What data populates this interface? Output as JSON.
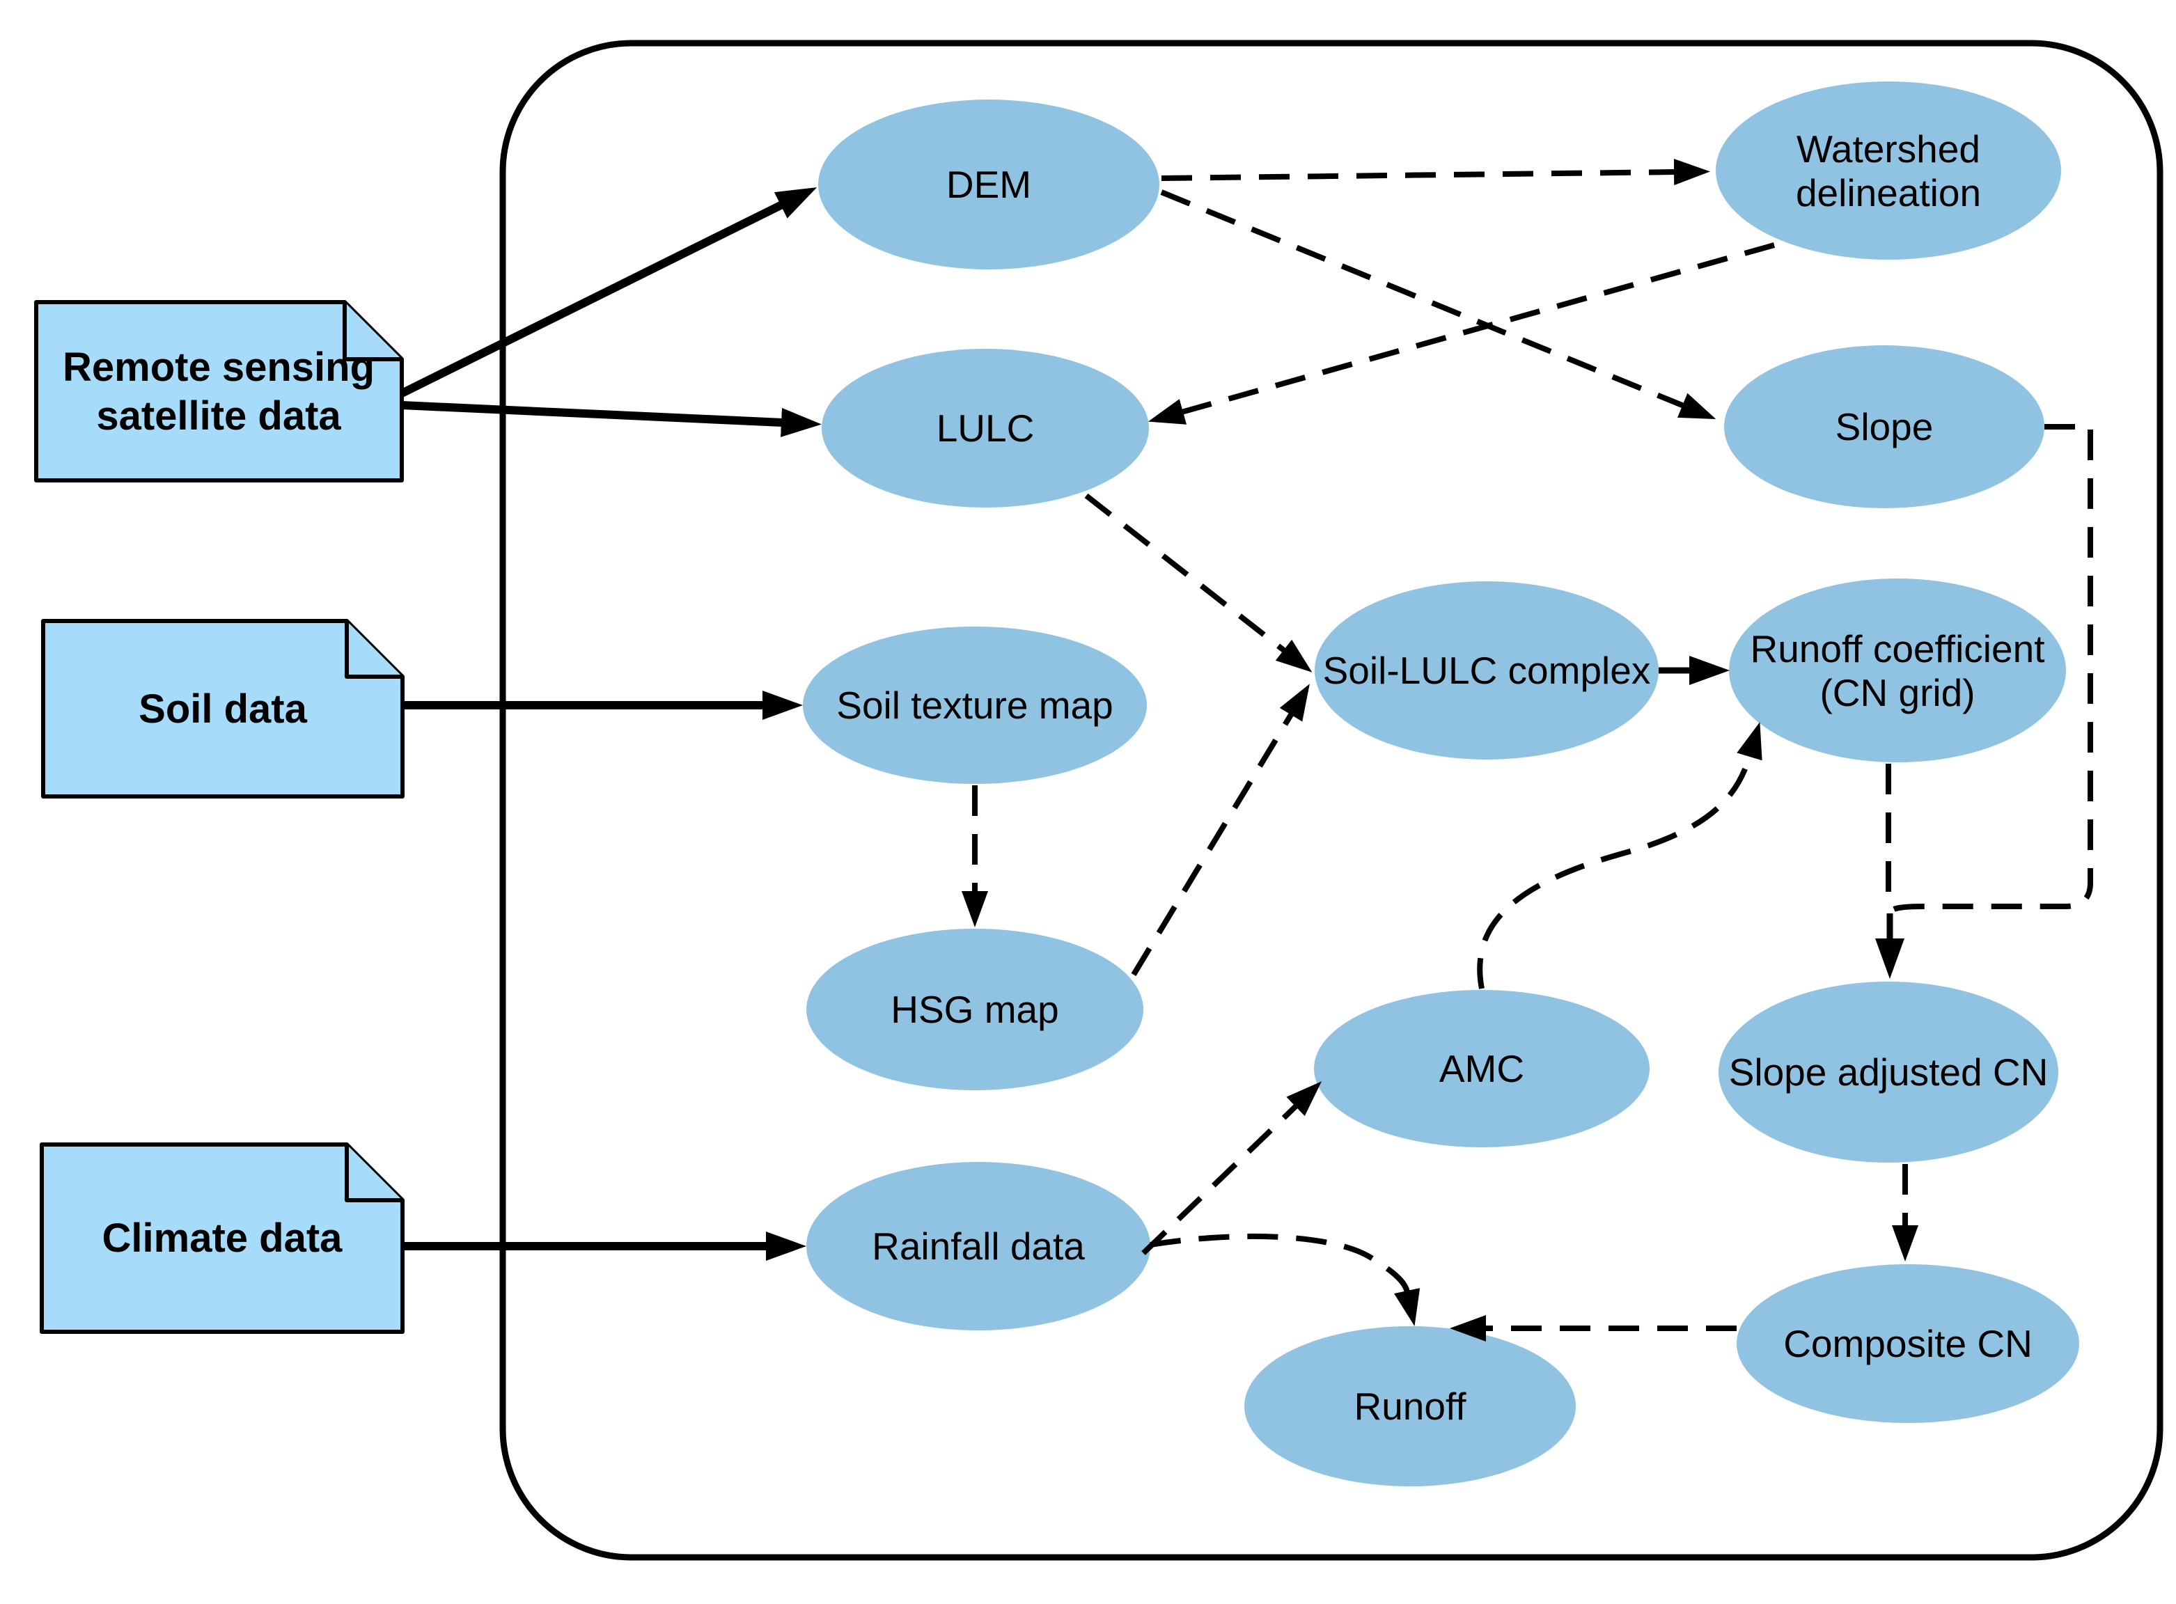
{
  "colors": {
    "node_fill": "#8fc3e1",
    "source_fill": "#a7dbfa",
    "outline": "#000000",
    "background": "#ffffff"
  },
  "sources": {
    "remote": {
      "line1": "Remote sensing",
      "line2": "satellite data"
    },
    "soil": {
      "label": "Soil data"
    },
    "climate": {
      "label": "Climate data"
    }
  },
  "nodes": {
    "dem": {
      "label": "DEM"
    },
    "watershed": {
      "line1": "Watershed",
      "line2": "delineation"
    },
    "lulc": {
      "label": "LULC"
    },
    "slope": {
      "label": "Slope"
    },
    "soil_texture": {
      "label": "Soil texture map"
    },
    "soil_lulc": {
      "label": "Soil-LULC complex"
    },
    "runoff_coeff": {
      "line1": "Runoff coefficient",
      "line2": "(CN grid)"
    },
    "hsg": {
      "label": "HSG map"
    },
    "amc": {
      "label": "AMC"
    },
    "slope_adj": {
      "label": "Slope adjusted CN"
    },
    "rainfall": {
      "label": "Rainfall data"
    },
    "composite": {
      "label": "Composite CN"
    },
    "runoff": {
      "label": "Runoff"
    }
  },
  "edges": [
    {
      "from": "Remote sensing satellite data",
      "to": "DEM",
      "style": "solid"
    },
    {
      "from": "Remote sensing satellite data",
      "to": "LULC",
      "style": "solid"
    },
    {
      "from": "Soil data",
      "to": "Soil texture map",
      "style": "solid"
    },
    {
      "from": "Climate data",
      "to": "Rainfall data",
      "style": "solid"
    },
    {
      "from": "DEM",
      "to": "Watershed delineation",
      "style": "dashed"
    },
    {
      "from": "DEM",
      "to": "Slope",
      "style": "dashed"
    },
    {
      "from": "Watershed delineation",
      "to": "LULC",
      "style": "dashed"
    },
    {
      "from": "LULC",
      "to": "Soil-LULC complex",
      "style": "dashed"
    },
    {
      "from": "Soil texture map",
      "to": "HSG map",
      "style": "dashed"
    },
    {
      "from": "HSG map",
      "to": "Soil-LULC complex",
      "style": "dashed"
    },
    {
      "from": "Soil-LULC complex",
      "to": "Runoff coefficient (CN grid)",
      "style": "solid"
    },
    {
      "from": "AMC",
      "to": "Runoff coefficient (CN grid)",
      "style": "dashed"
    },
    {
      "from": "Runoff coefficient (CN grid)",
      "to": "Slope adjusted CN",
      "style": "dashed"
    },
    {
      "from": "Slope",
      "to": "Slope adjusted CN",
      "style": "dashed"
    },
    {
      "from": "Slope adjusted CN",
      "to": "Composite CN",
      "style": "dashed"
    },
    {
      "from": "Composite CN",
      "to": "Runoff",
      "style": "dashed"
    },
    {
      "from": "Rainfall data",
      "to": "Runoff",
      "style": "dashed"
    },
    {
      "from": "Rainfall data",
      "to": "AMC",
      "style": "dashed"
    }
  ]
}
